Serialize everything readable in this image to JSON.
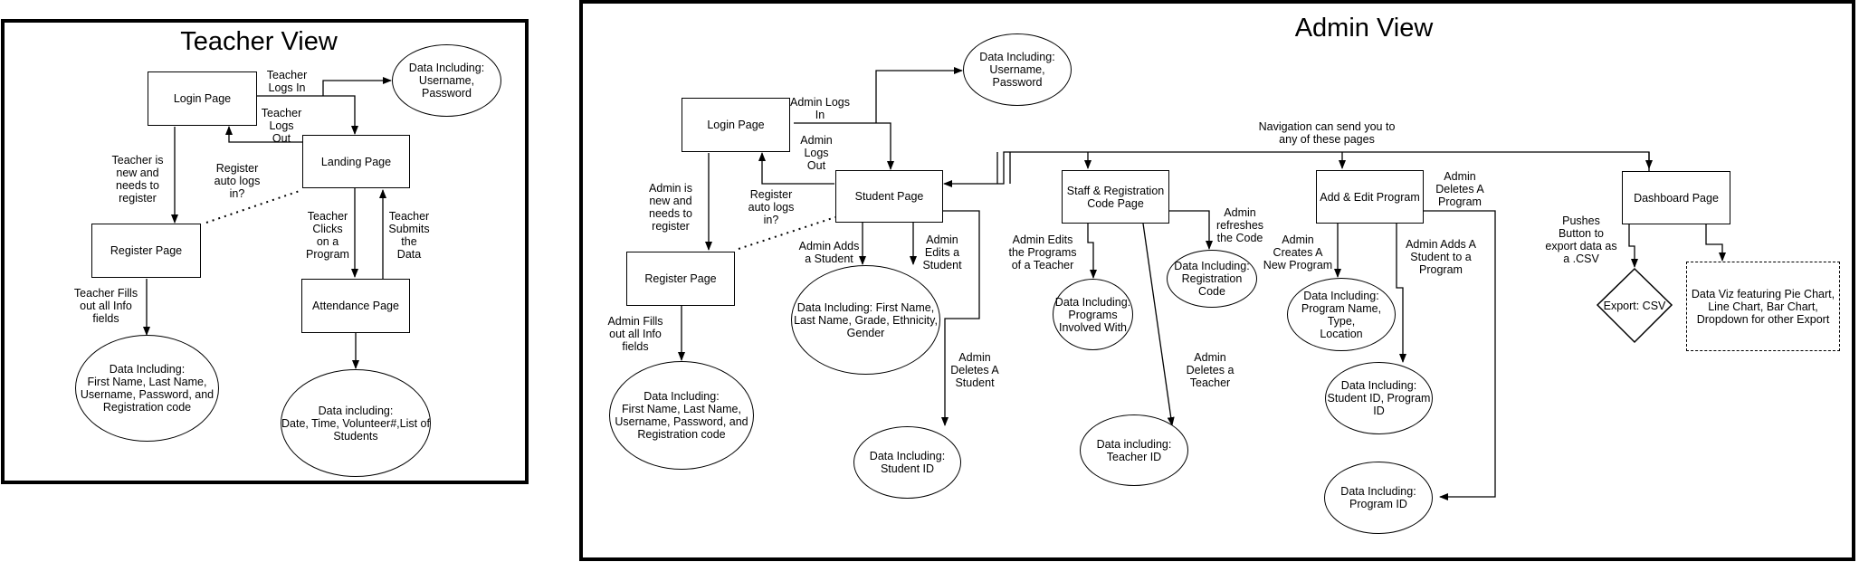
{
  "teacher_view": {
    "title": "Teacher View",
    "nodes": {
      "login": "Login Page",
      "landing": "Landing Page",
      "register": "Register Page",
      "attendance": "Attendance Page",
      "data_login": "Data Including:\nUsername, Password",
      "data_register": "Data Including:\nFirst Name, Last Name,\nUsername, Password, and\nRegistration code",
      "data_attendance": "Data including:\nDate, Time, Volunteer#,List of\nStudents"
    },
    "labels": {
      "logs_in": "Teacher\nLogs In",
      "logs_out": "Teacher\nLogs\nOut",
      "new_register": "Teacher is\nnew and\nneeds to\nregister",
      "auto_login": "Register\nauto logs\nin?",
      "clicks_program": "Teacher\nClicks\non a\nProgram",
      "submits": "Teacher\nSubmits\nthe\nData",
      "fills_info": "Teacher Fills\nout all Info\nfields"
    }
  },
  "admin_view": {
    "title": "Admin View",
    "nodes": {
      "login": "Login Page",
      "student": "Student Page",
      "register": "Register Page",
      "staff": "Staff & Registration\nCode Page",
      "program": "Add & Edit Program",
      "dashboard": "Dashboard Page",
      "data_login": "Data Including:\nUsername, Password",
      "data_register": "Data Including:\nFirst Name, Last Name,\nUsername, Password, and\nRegistration code",
      "data_student": "Data Including: First Name,\nLast Name, Grade, Ethnicity,\nGender",
      "data_student_id": "Data Including:\nStudent ID",
      "data_programs_involved": "Data Including:\nPrograms\nInvolved With",
      "data_reg_code": "Data Including:\nRegistration Code",
      "data_teacher_id": "Data including:\nTeacher ID",
      "data_program": "Data Including:\nProgram Name, Type,\nLocation",
      "data_student_program": "Data Including:\nStudent ID, Program\nID",
      "data_program_id": "Data Including:\nProgram ID",
      "export_csv": "Export: CSV",
      "data_viz": "Data Viz featuring Pie Chart,\nLine Chart, Bar Chart,\nDropdown for other Export"
    },
    "labels": {
      "logs_in": "Admin Logs\nIn",
      "logs_out": "Admin\nLogs\nOut",
      "new_register": "Admin is\nnew and\nneeds to\nregister",
      "auto_login": "Register\nauto logs\nin?",
      "fills_info": "Admin Fills\nout all Info\nfields",
      "adds_student": "Admin Adds\na Student",
      "edits_student": "Admin\nEdits a\nStudent",
      "deletes_student": "Admin\nDeletes A\nStudent",
      "edits_programs": "Admin Edits\nthe Programs\nof a Teacher",
      "refreshes_code": "Admin\nrefreshes\nthe Code",
      "deletes_teacher": "Admin\nDeletes a\nTeacher",
      "creates_program": "Admin\nCreates A\nNew Program",
      "adds_student_program": "Admin Adds A\nStudent to a\nProgram",
      "deletes_program": "Admin\nDeletes A\nProgram",
      "navigation": "Navigation can send you to\nany of these pages",
      "pushes_button": "Pushes\nButton to\nexport data as\na .CSV"
    }
  }
}
